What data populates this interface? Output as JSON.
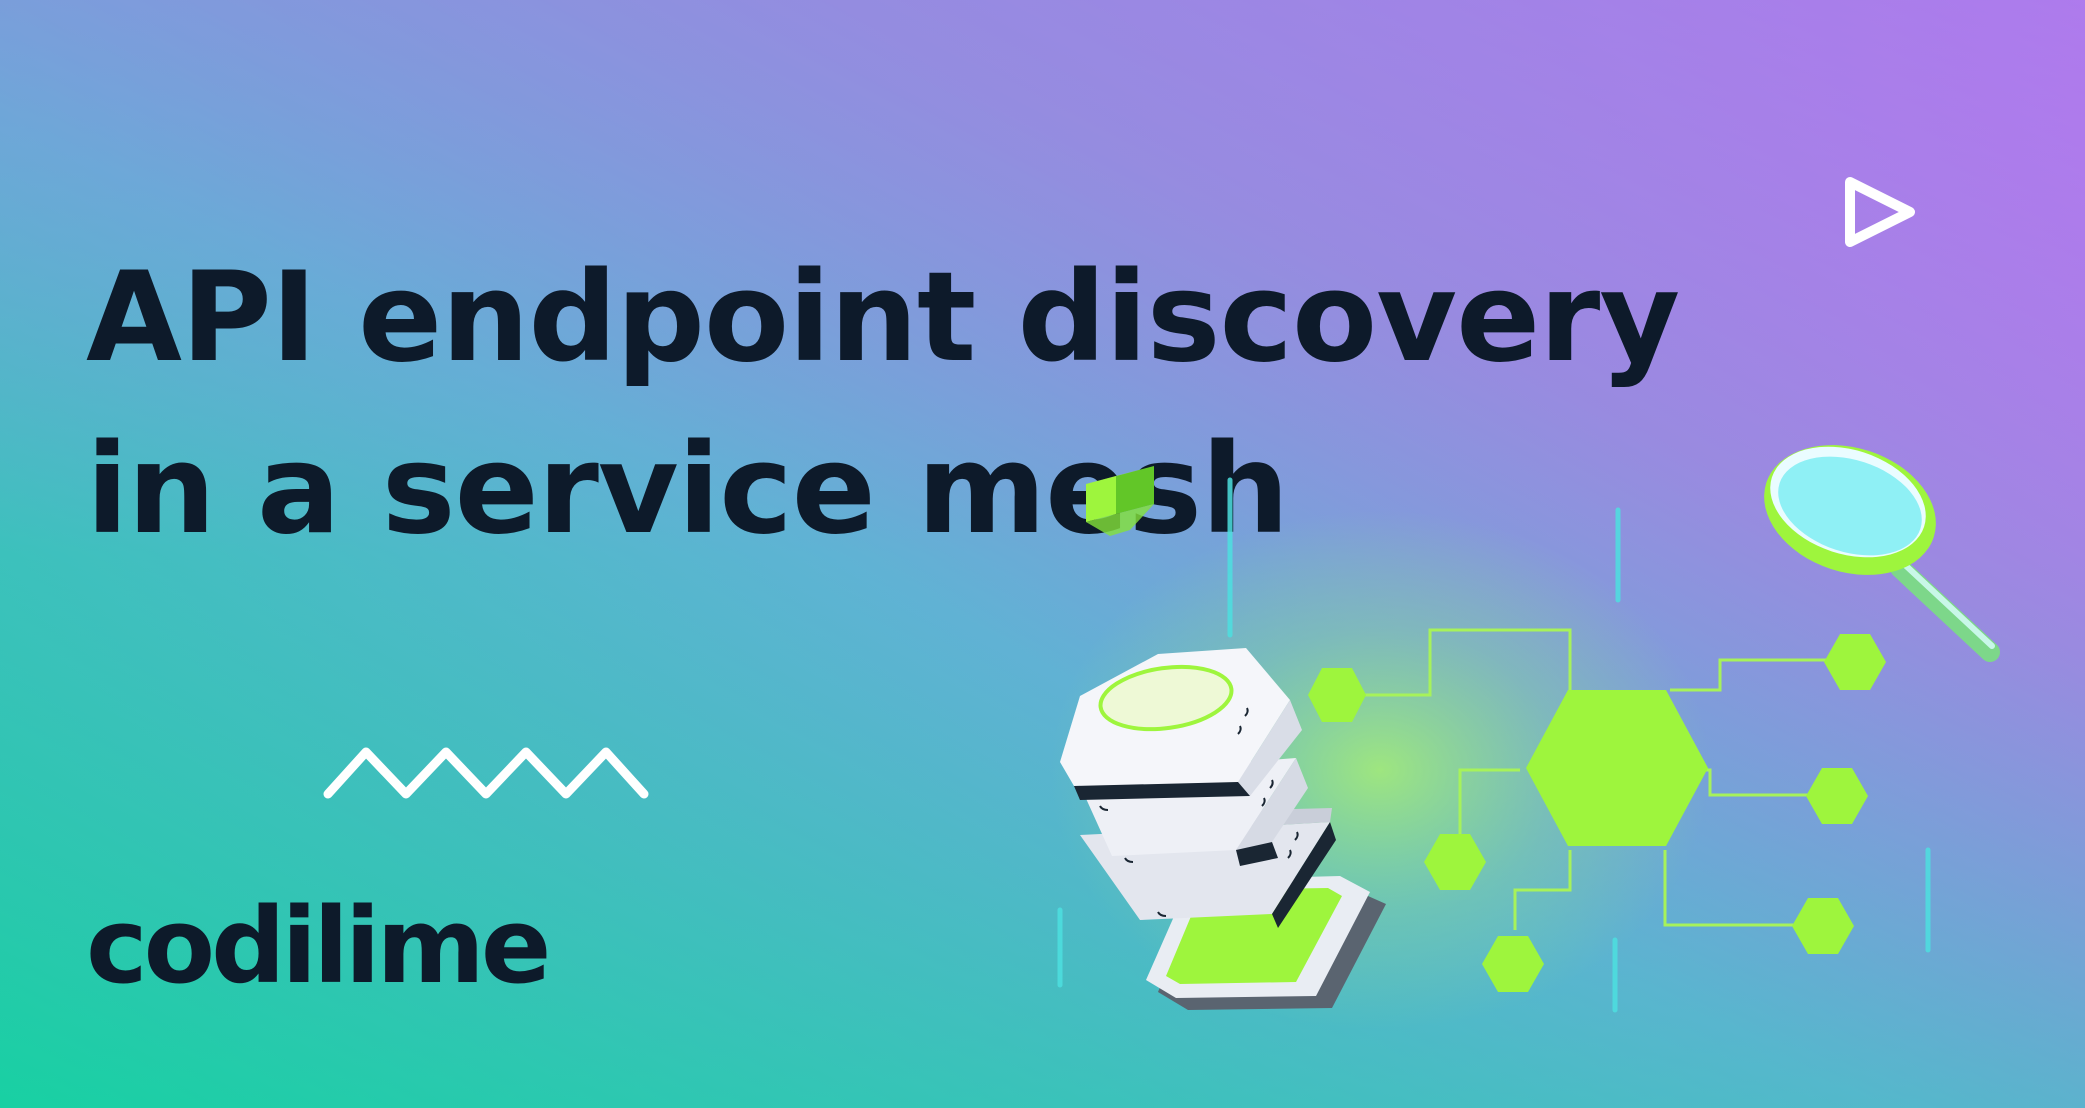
{
  "headline": {
    "line1": "API endpoint discovery",
    "line2": "in a service mesh"
  },
  "brand": {
    "logo_text": "codilime"
  },
  "colors": {
    "gradient_top_right": "#c76bf5",
    "gradient_center": "#5fb7d6",
    "gradient_bottom_left": "#12d4a0",
    "text_dark": "#0d1a2a",
    "lime_accent": "#9ef53d",
    "cyan_accent": "#4de0e0",
    "white": "#ffffff"
  },
  "icons": {
    "play": "play-triangle-icon",
    "zigzag": "zigzag-line-icon",
    "magnifier": "magnifying-glass-icon",
    "server": "server-stack-icon",
    "cube": "cube-icon",
    "network": "hexagon-network-icon"
  }
}
